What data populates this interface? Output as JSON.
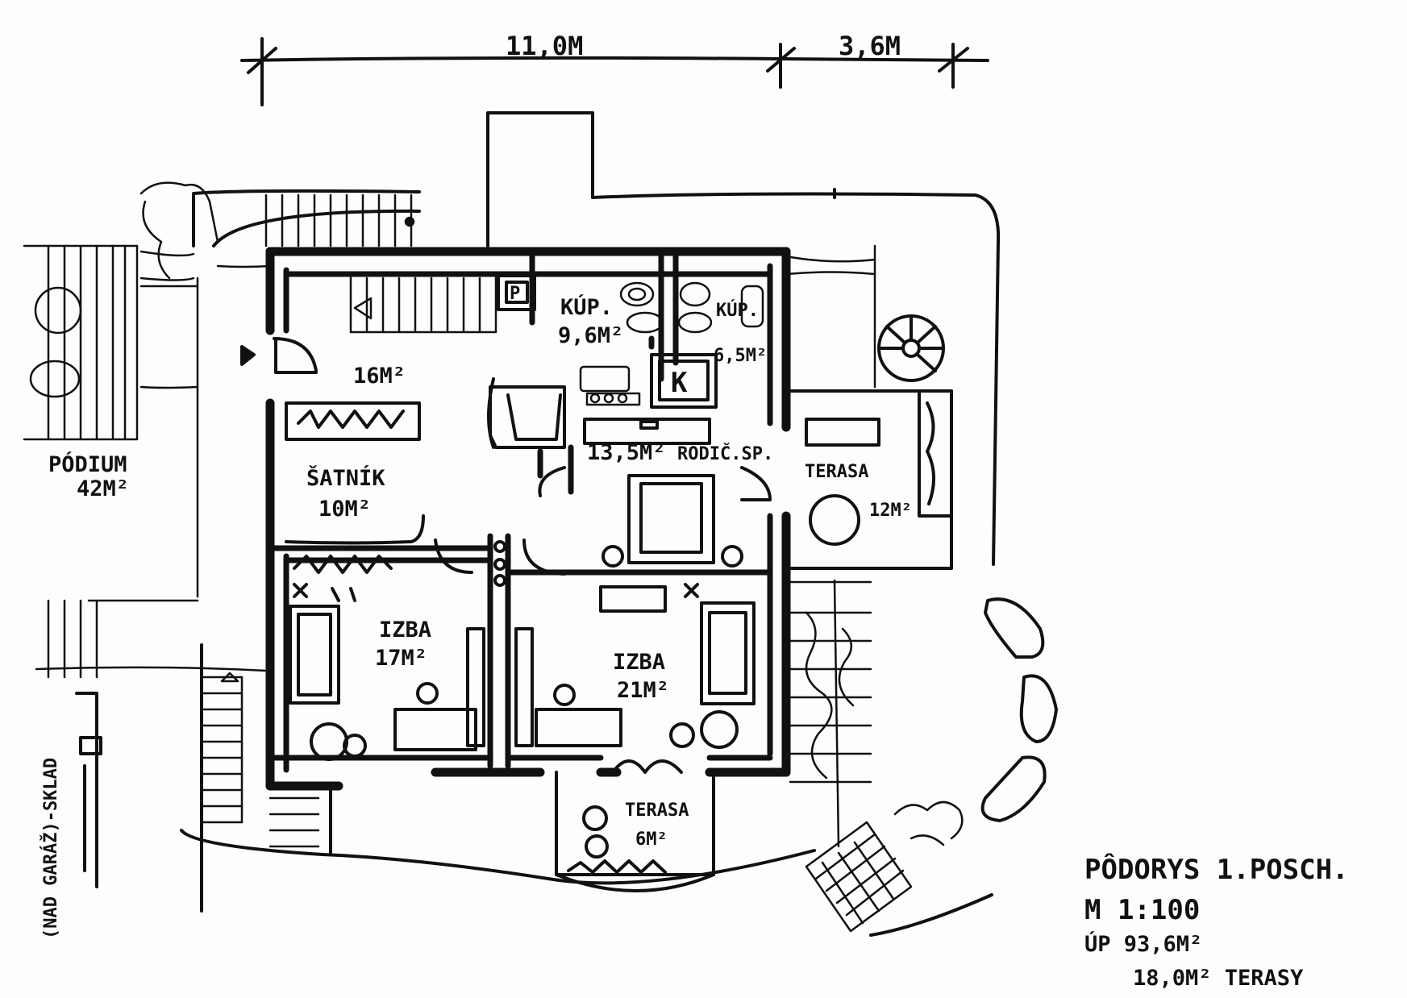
{
  "dimensions": {
    "main_width": "11,0M",
    "terrace_width": "3,6M"
  },
  "rooms": {
    "hall": "16M²",
    "bath_large": {
      "name": "KÚP.",
      "area": "9,6M²"
    },
    "bath_small": {
      "name": "KÚP.",
      "area": "6,5M²"
    },
    "bedroom_parents": {
      "area": "13,5M²",
      "name": "RODIČ.SP."
    },
    "wardrobe": {
      "name": "ŠATNÍK",
      "area": "10M²"
    },
    "room_left": {
      "name": "IZBA",
      "area": "17M²"
    },
    "room_right": {
      "name": "IZBA",
      "area": "21M²"
    },
    "terrace_east": {
      "name": "TERASA",
      "area": "12M²"
    },
    "terrace_south": {
      "name": "TERASA",
      "area": "6M²"
    },
    "podium": {
      "name": "PÓDIUM",
      "area": "42M²"
    },
    "store": "(NAD GARÁŽ)-SKLAD",
    "parking_symbol": "P",
    "kitchen_symbol": "K"
  },
  "title_block": {
    "title": "PÔDORYS 1.POSCH.",
    "scale": "M 1:100",
    "area": "ÚP 93,6M²",
    "terraces": "18,0M² TERASY"
  }
}
